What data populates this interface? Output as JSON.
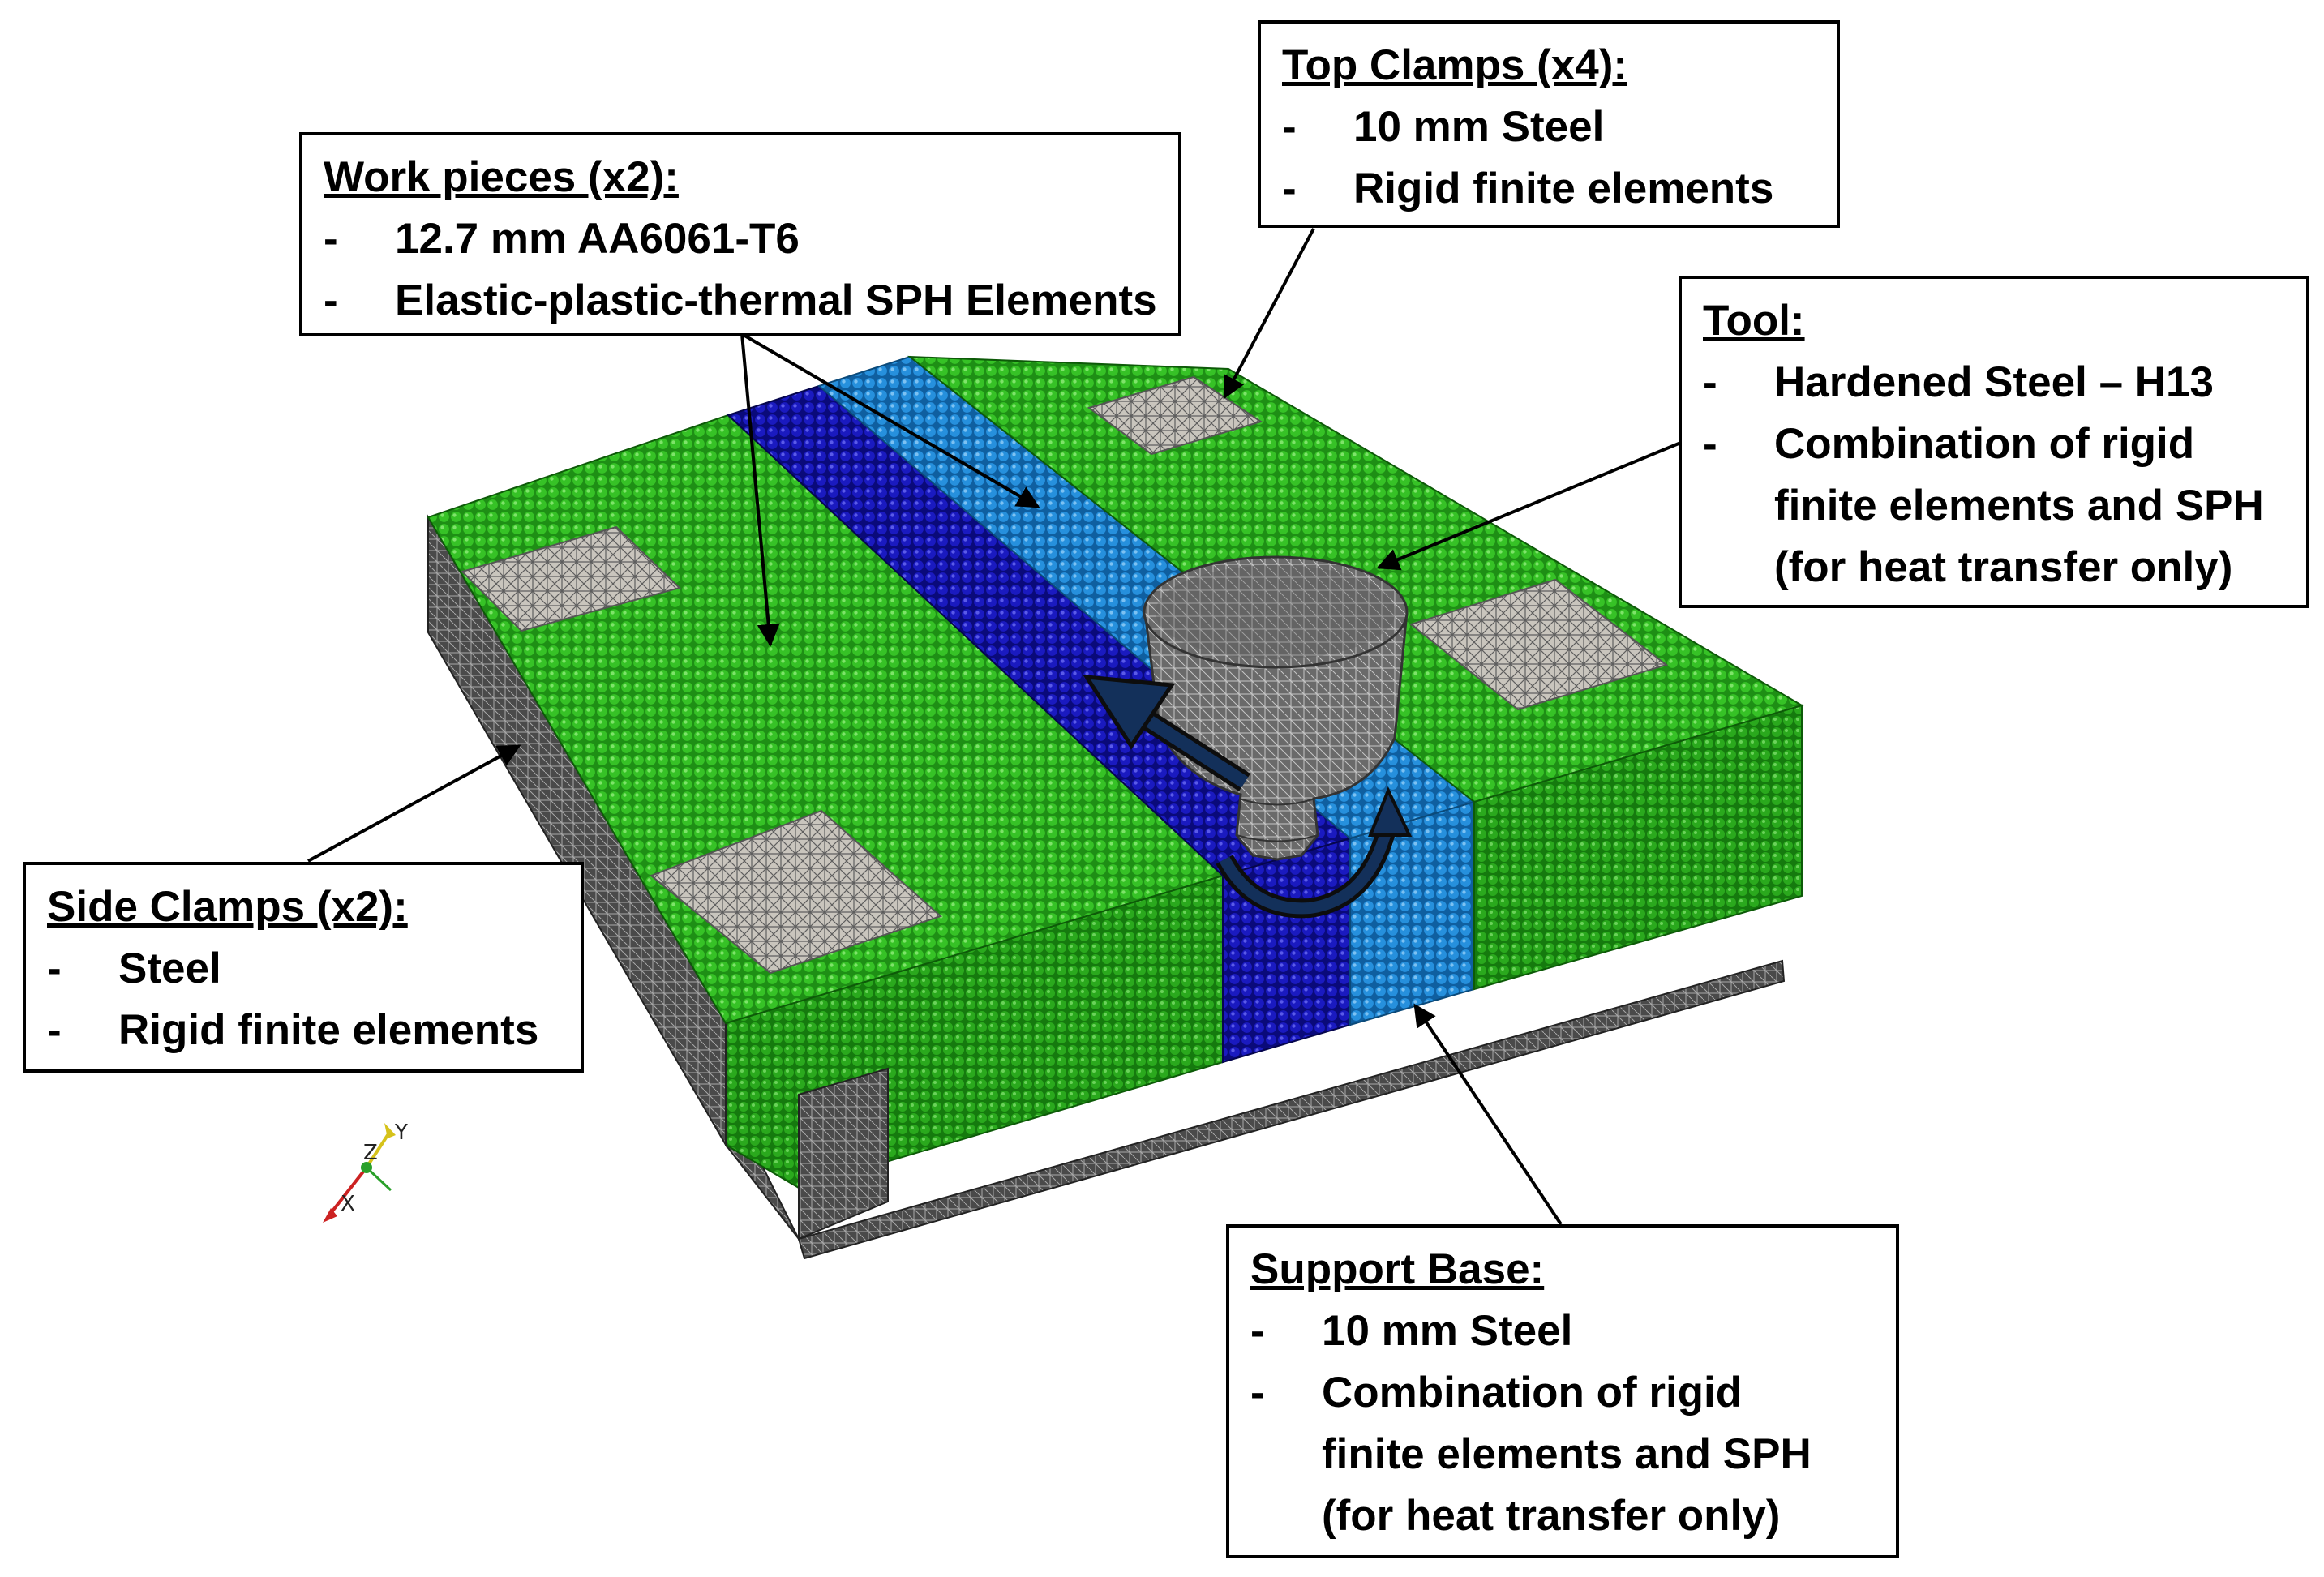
{
  "callouts": {
    "work_pieces": {
      "title": "Work pieces (x2):",
      "items": [
        "12.7 mm AA6061-T6",
        "Elastic-plastic-thermal SPH Elements"
      ]
    },
    "top_clamps": {
      "title": "Top Clamps (x4):",
      "items": [
        "10 mm Steel",
        "Rigid finite elements"
      ]
    },
    "tool": {
      "title": "Tool:",
      "items": [
        "Hardened Steel – H13",
        "Combination of rigid\nfinite elements and SPH\n(for heat transfer only)"
      ]
    },
    "side_clamps": {
      "title": "Side Clamps (x2):",
      "items": [
        "Steel",
        "Rigid finite elements"
      ]
    },
    "support_base": {
      "title": "Support Base:",
      "items": [
        "10 mm Steel",
        "Combination of rigid\nfinite elements and SPH\n(for heat transfer only)"
      ]
    }
  },
  "bullet": "-",
  "axes": {
    "x": "X",
    "y": "Y",
    "z": "Z"
  },
  "colors": {
    "workpiece_green": "#2bb21f",
    "weld_dark_blue": "#1515b8",
    "weld_light_blue": "#1f86d6",
    "clamp_gray": "#bdb8b0",
    "base_gray": "#5a5a5a",
    "tool_gray": "#6f6f6f",
    "arrow_navy": "#13305a"
  }
}
